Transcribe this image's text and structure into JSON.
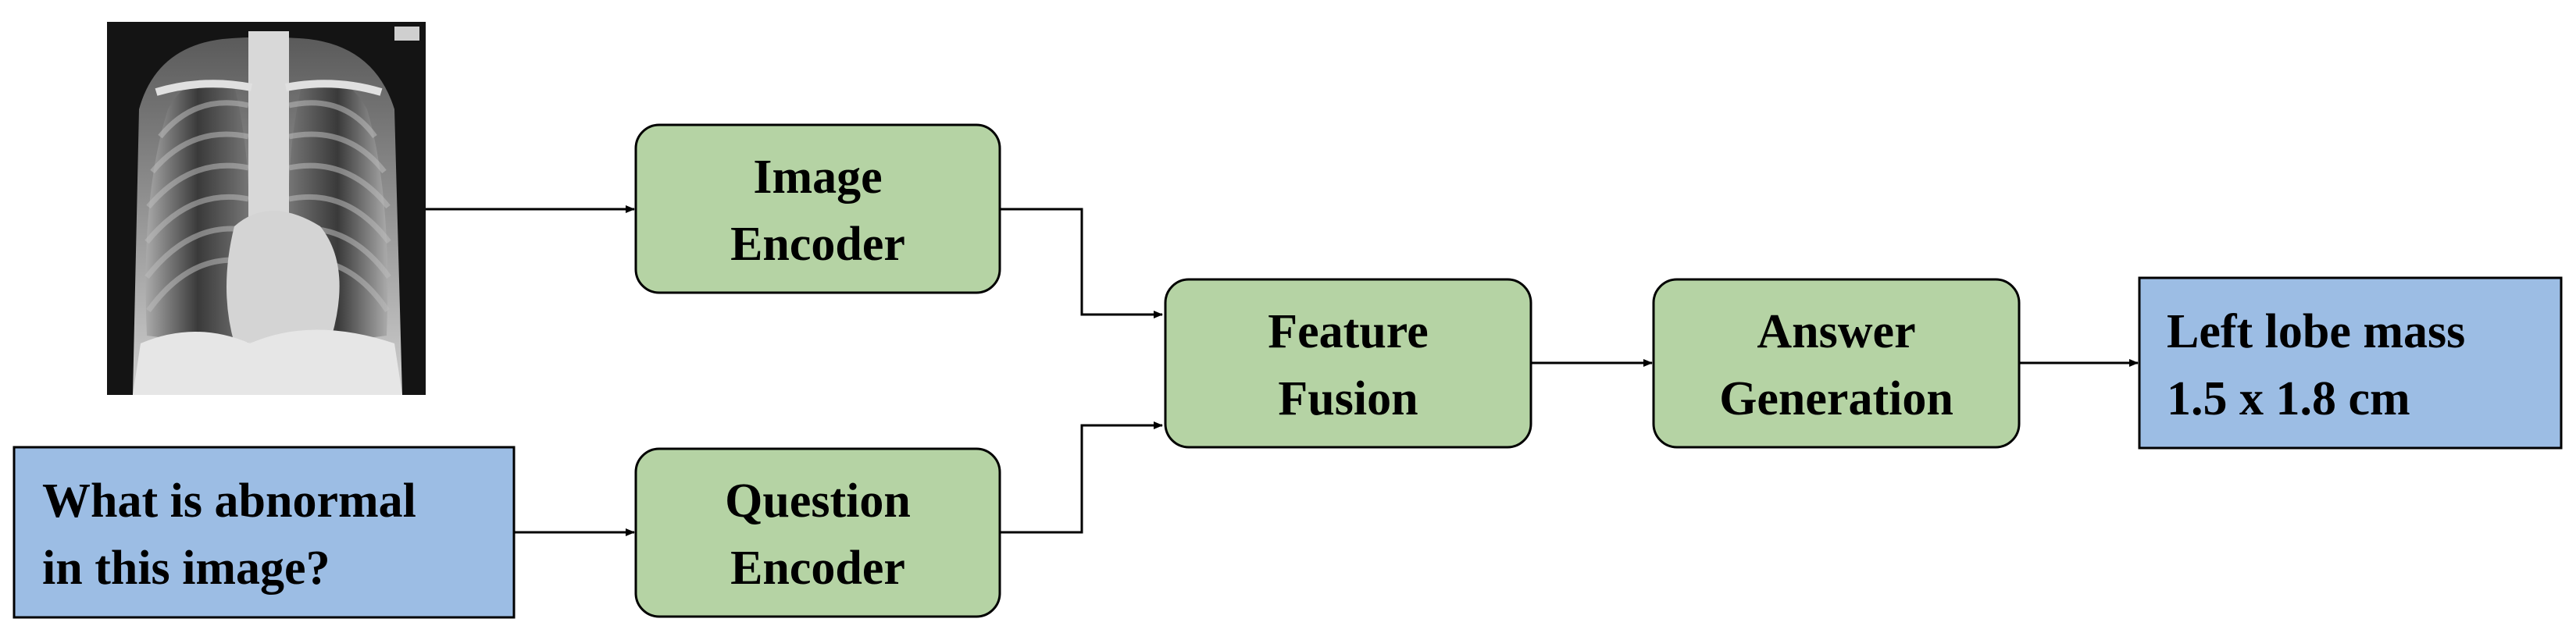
{
  "colors": {
    "process_fill": "#b5d3a4",
    "io_fill": "#9cbde4",
    "stroke": "#000000",
    "background": "#ffffff"
  },
  "nodes": {
    "image_encoder": {
      "line1": "Image",
      "line2": "Encoder"
    },
    "question_encoder": {
      "line1": "Question",
      "line2": "Encoder"
    },
    "feature_fusion": {
      "line1": "Feature",
      "line2": "Fusion"
    },
    "answer_generation": {
      "line1": "Answer",
      "line2": "Generation"
    },
    "question_input": {
      "line1": "What is abnormal",
      "line2": "in this image?"
    },
    "answer_output": {
      "line1": "Left lobe mass",
      "line2": "1.5 x 1.8 cm"
    }
  },
  "icons": {
    "xray": "chest-xray-image"
  }
}
